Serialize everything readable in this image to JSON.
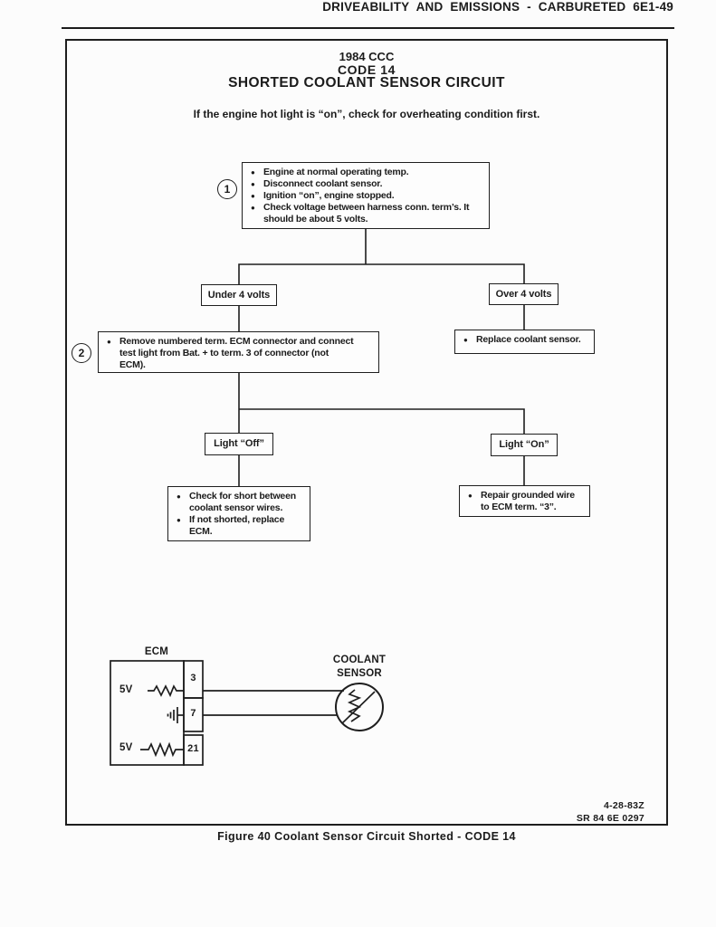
{
  "page": {
    "header_title": "DRIVEABILITY AND EMISSIONS - CARBURETED 6E1-49",
    "figure_caption": "Figure 40 Coolant Sensor Circuit Shorted - CODE 14",
    "stamp": {
      "line1": "4-28-83Z",
      "line2": "SR 84 6E 0297"
    }
  },
  "diagram": {
    "title1": "1984 CCC",
    "title2": "CODE 14",
    "title3": "SHORTED COOLANT SENSOR CIRCUIT",
    "note": "If the engine hot light is “on”, check for overheating condition first.",
    "step1": "1",
    "step2": "2",
    "box1": {
      "items": [
        "Engine at normal operating temp.",
        "Disconnect coolant sensor.",
        "Ignition “on”, engine stopped.",
        "Check voltage between harness conn. term’s. It\nshould be about 5 volts."
      ]
    },
    "under_label": "Under 4 volts",
    "over_label": "Over 4 volts",
    "box2": {
      "items": [
        "Remove numbered term. ECM connector and connect\ntest light from Bat. + to term. 3 of connector (not\nECM)."
      ]
    },
    "replace": {
      "items": [
        "Replace coolant sensor."
      ]
    },
    "light_off_label": "Light “Off”",
    "light_on_label": "Light “On”",
    "check": {
      "items": [
        "Check for short between\ncoolant sensor wires.",
        "If not shorted, replace\nECM."
      ]
    },
    "repair": {
      "items": [
        "Repair grounded wire\nto ECM term. “3”."
      ]
    }
  },
  "circuit": {
    "ecm_label": "ECM",
    "terminal_3": "3",
    "terminal_7": "7",
    "terminal_21": "21",
    "supply_top": "5V",
    "supply_bottom": "5V",
    "sensor_label_line1": "COOLANT",
    "sensor_label_line2": "SENSOR"
  },
  "ui": {
    "bullet": "●",
    "line_color": "#1e1e1e"
  }
}
